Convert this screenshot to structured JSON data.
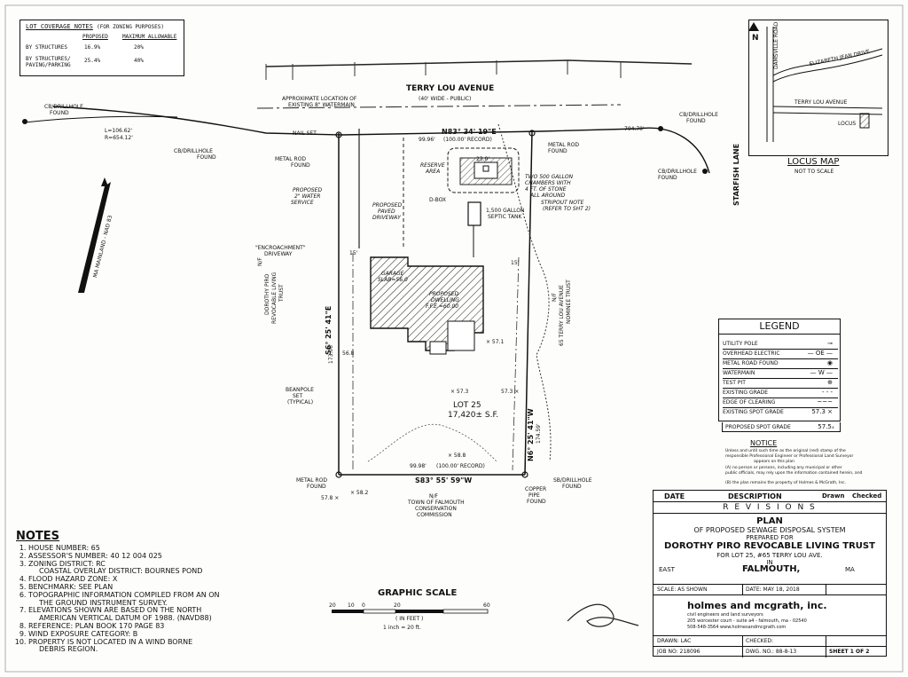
{
  "coverage": {
    "title": "LOT COVERAGE NOTES",
    "subtitle": "(FOR ZONING PURPOSES)",
    "col_proposed": "PROPOSED",
    "col_max": "MAXIMUM ALLOWABLE",
    "rows": [
      {
        "label": "BY STRUCTURES",
        "proposed": "16.9%",
        "max": "20%"
      },
      {
        "label": "BY STRUCTURES/\nPAVING/PARKING",
        "label1": "BY STRUCTURES/",
        "label2": "PAVING/PARKING",
        "proposed": "25.4%",
        "max": "40%"
      }
    ]
  },
  "locus": {
    "road1": "DAMSVILLE ROAD",
    "road2": "ELIZABETH JEAN DRIVE",
    "road3": "TERRY LOU AVENUE",
    "locus_label": "LOCUS",
    "north": "N",
    "map_title": "LOCUS MAP",
    "map_subtitle": "NOT TO SCALE"
  },
  "plan_labels": {
    "street_name": "TERRY LOU AVENUE",
    "street_desc": "(40' WIDE - PUBLIC)",
    "watermain": "APPROXIMATE LOCATION OF",
    "watermain2": "EXISTING 8\" WATERMAIN",
    "cb_left": "CB/DRILLHOLE",
    "cb_left2": "FOUND",
    "curve_l": "L=106.62'",
    "curve_r": "R=654.12'",
    "cb_mid": "CB/DRILLHOLE",
    "cb_mid2": "FOUND",
    "nail_set": "NAIL SET",
    "metal_rod_nw": "METAL ROD",
    "metal_rod_nw2": "FOUND",
    "water_service": "PROPOSED",
    "water_service2": "2\" WATER",
    "water_service3": "SERVICE",
    "encroach": "\"ENCROACHMENT\"",
    "encroach2": "DRIVEWAY",
    "bearing_top": "N83° 34' 19\"E",
    "dist_top": "99.96'",
    "dist_top_rec": "(100.00' RECORD)",
    "reserve": "RESERVE",
    "reserve2": "AREA",
    "chambers": "TWO 500 GALLON",
    "chambers2": "CHAMBERS WITH",
    "chambers3": "4 FT. OF STONE",
    "chambers4": "ALL AROUND",
    "dim_23": "23.0'",
    "dbox": "D-BOX",
    "septic": "1,500 GALLON",
    "septic2": "SEPTIC TANK",
    "stripout": "STRIPOUT NOTE",
    "stripout2": "(REFER TO SHT 2)",
    "paved": "PROPOSED",
    "paved2": "PAVED",
    "paved3": "DRIVEWAY",
    "metal_rod_ne": "METAL ROD",
    "metal_rod_ne2": "FOUND",
    "dist_704": "704.70'",
    "cb_right": "CB/DRILLHOLE",
    "cb_right2": "FOUND",
    "cb_right_b": "CB/DRILLHOLE",
    "cb_right_b2": "FOUND",
    "starfish": "STARFISH LANE",
    "garage": "GARAGE",
    "garage2": "SLAB=56.0",
    "dwelling": "PROPOSED",
    "dwelling2": "DWELLING",
    "dwelling3": "F.F.E.=60.00",
    "west_owner": "N/F",
    "west_owner2": "DOROTHY PIRO",
    "west_owner3": "REVOCABLE LIVING",
    "west_owner4": "TRUST",
    "east_owner": "N/F",
    "east_owner2": "65 TERRY LOU AVENUE",
    "east_owner3": "NOMINEE TRUST",
    "bearing_west": "S6° 25' 41\"E",
    "dist_west": "173.06'",
    "bearing_east": "N6° 25' 41\"W",
    "dist_east": "174.59'",
    "lot": "LOT 25",
    "lot_area": "17,420± S.F.",
    "spot_573": "× 57.3",
    "spot_373": "57.3 ×",
    "spot_571": "× 57.1",
    "spot_588": "× 58.8",
    "spot_568": "56.8",
    "beanpole": "BEANPOLE",
    "beanpole2": "SET",
    "beanpole3": "(TYPICAL)",
    "bearing_bottom": "S83° 55' 59\"W",
    "dist_bottom": "99.98'",
    "dist_bottom_rec": "(100.00' RECORD)",
    "metal_rod_sw": "METAL ROD",
    "metal_rod_sw2": "FOUND",
    "spot_582": "× 58.2",
    "spot_578": "57.8 ×",
    "south_owner": "N/F",
    "south_owner2": "TOWN OF FALMOUTH",
    "south_owner3": "CONSERVATION",
    "south_owner4": "COMMISSION",
    "copper_pipe": "COPPER",
    "copper_pipe2": "PIPE",
    "copper_pipe3": "FOUND",
    "sb_drill": "SB/DRILLHOLE",
    "sb_drill2": "FOUND",
    "setback_15a": "15'",
    "setback_15b": "15'",
    "datum": "MA MAINLAND - NAD 83"
  },
  "legend": {
    "title": "LEGEND",
    "items": [
      {
        "label": "UTILITY POLE",
        "sym": "⊸"
      },
      {
        "label": "OVERHEAD ELECTRIC",
        "sym": "— OE —"
      },
      {
        "label": "METAL ROAD FOUND",
        "sym": "◉"
      },
      {
        "label": "WATERMAIN",
        "sym": "— W —"
      },
      {
        "label": "TEST PIT",
        "sym": "⊕"
      },
      {
        "label": "EXISTING GRADE",
        "sym": "- - -"
      },
      {
        "label": "EDGE OF CLEARING",
        "sym": "~~~"
      },
      {
        "label": "EXISTING SPOT GRADE",
        "sym": "57.3 ×"
      },
      {
        "label": "PROPOSED SPOT GRADE",
        "sym": "57.5ₓ"
      }
    ]
  },
  "notice": {
    "title": "NOTICE",
    "line1": "Unless and until such time as the original (red) stamp of the",
    "line2": "responsible Professional Engineer or Professional Land Surveyor",
    "line3": "appears on this plan",
    "line4": "(A) no person or persons, including any municipal or other",
    "line5": "public officials, may rely upon the information contained herein, and",
    "line6": "(B) the plan remains the property of Holmes & McGrath, Inc."
  },
  "notes": {
    "title": "NOTES",
    "items": [
      {
        "main": "HOUSE NUMBER: 65"
      },
      {
        "main": "ASSESSOR'S NUMBER: 40 12 004 025"
      },
      {
        "main": "ZONING DISTRICT: RC",
        "sub": "COASTAL OVERLAY DISTRICT: BOURNES POND"
      },
      {
        "main": "FLOOD HAZARD ZONE: X"
      },
      {
        "main": "BENCHMARK: SEE PLAN"
      },
      {
        "main": "TOPOGRAPHIC INFORMATION COMPILED FROM AN ON",
        "sub": "THE GROUND INSTRUMENT SURVEY."
      },
      {
        "main": "ELEVATIONS SHOWN ARE BASED ON THE NORTH",
        "sub": "AMERICAN VERTICAL DATUM OF 1988. (NAVD88)"
      },
      {
        "main": "REFERENCE: PLAN BOOK 170 PAGE 83"
      },
      {
        "main": "WIND EXPOSURE CATEGORY: B"
      },
      {
        "main": "PROPERTY IS NOT LOCATED IN A WIND BORNE",
        "sub": "DEBRIS REGION."
      }
    ]
  },
  "scale": {
    "title": "GRAPHIC SCALE",
    "t20": "20",
    "t10": "10",
    "t0": "0",
    "t20b": "20",
    "t60": "60",
    "unit": "( IN FEET )",
    "ratio": "1 inch = 20  ft."
  },
  "title_block": {
    "date_col": "DATE",
    "desc_col": "DESCRIPTION",
    "drawn_col": "Drawn",
    "checked_col": "Checked",
    "revisions": "R E V I S I O N S",
    "plan": "PLAN",
    "of": "OF PROPOSED SEWAGE DISPOSAL SYSTEM",
    "prepared": "PREPARED FOR",
    "client": "DOROTHY PIRO REVOCABLE LIVING TRUST",
    "for_lot": "FOR LOT 25, #65 TERRY LOU AVE.",
    "in": "IN",
    "east": "EAST",
    "town": "FALMOUTH,",
    "state": "MA",
    "scale": "SCALE: AS SHOWN",
    "date": "DATE: MAY 18, 2018",
    "firm": "holmes and mcgrath, inc.",
    "firm_sub": "civil engineers and land surveyors",
    "firm_addr": "205 worcester court - suite a4 - falmouth, ma - 02540",
    "firm_phone": "508-548-3564  www.holmesandmcgrath.com",
    "drawn": "DRAWN: LAC",
    "checked": "CHECKED:",
    "job": "JOB NO: 218096",
    "dwg": "DWG. NO.: 88-8-13",
    "sheet": "SHEET 1 OF 2"
  }
}
